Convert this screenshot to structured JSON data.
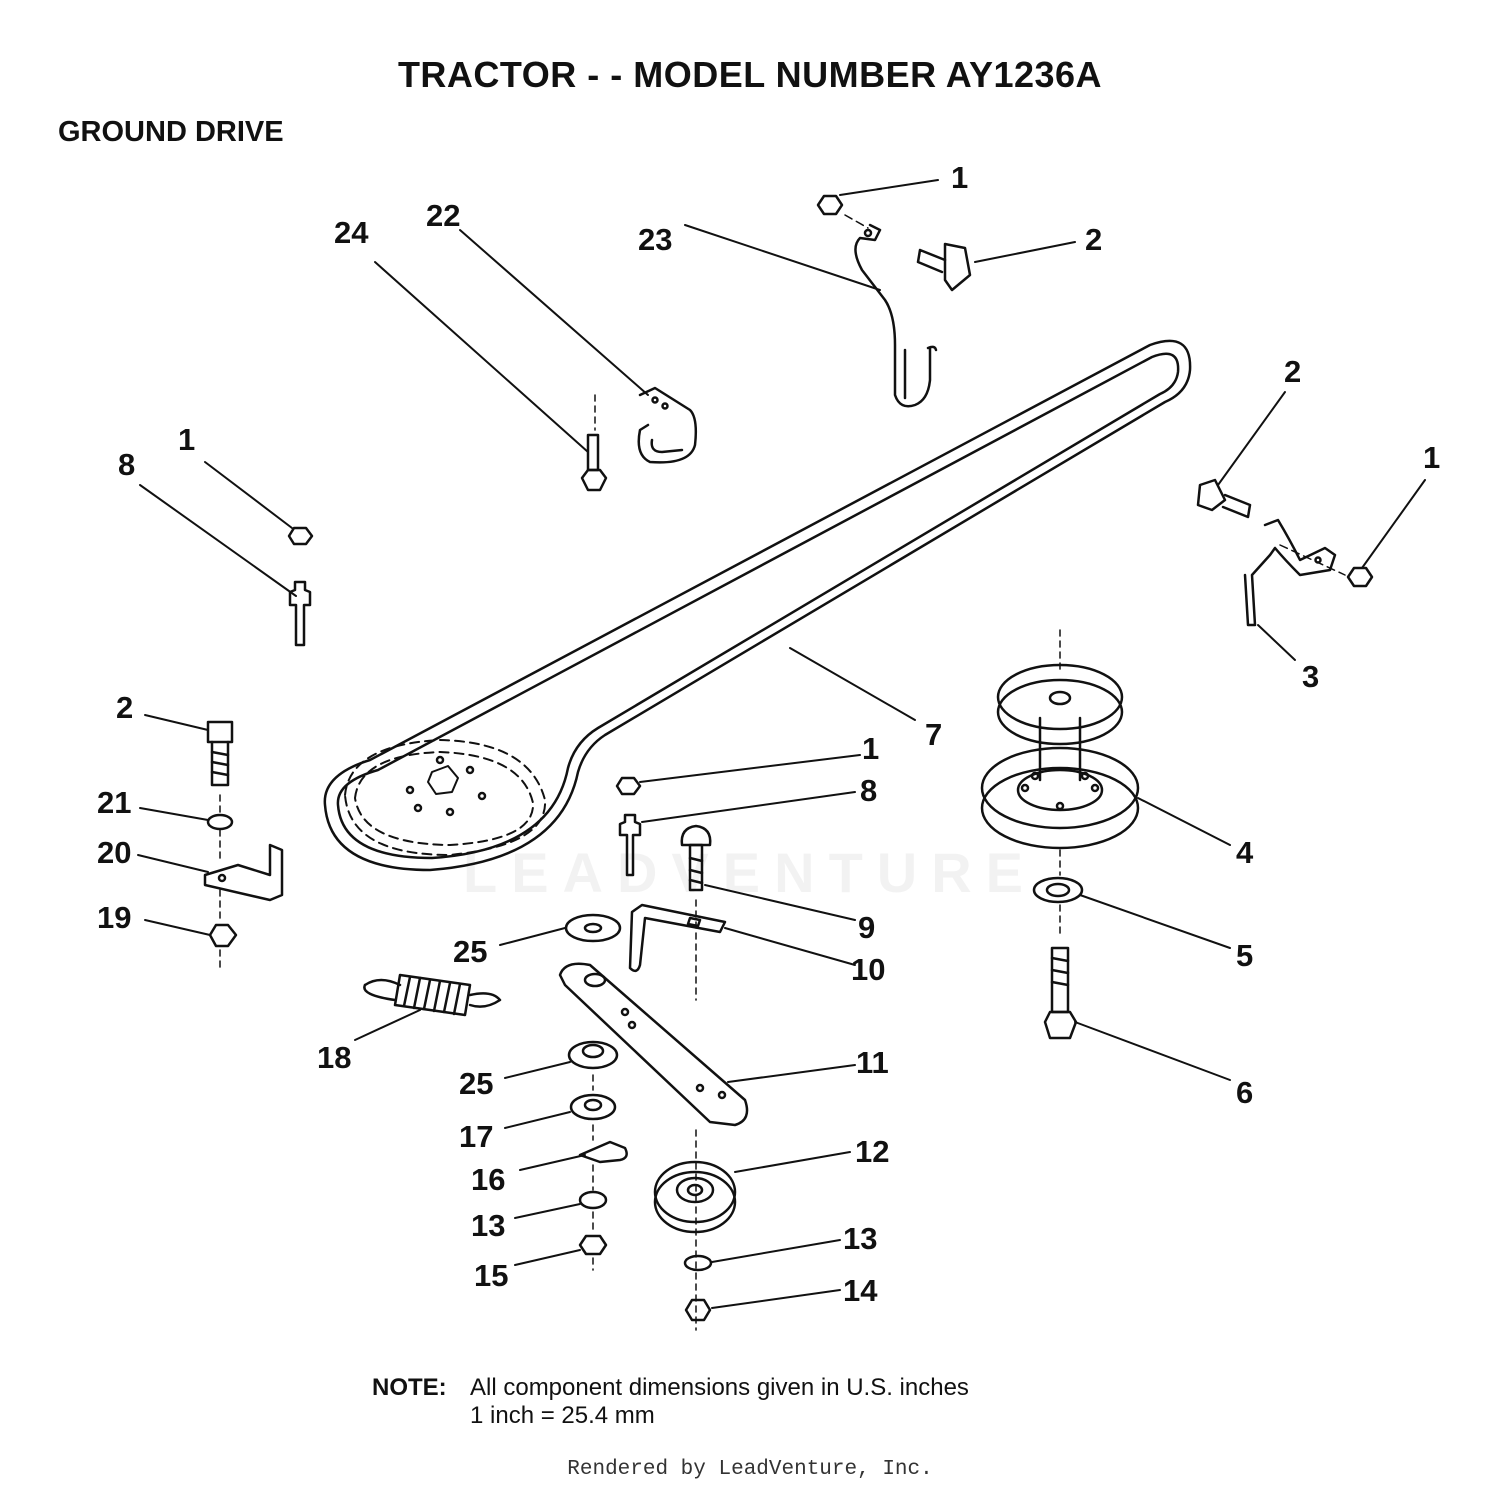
{
  "title": "TRACTOR - - MODEL NUMBER  AY1236A",
  "section": "GROUND DRIVE",
  "watermark": "LEADVENTURE",
  "note": {
    "label": "NOTE:",
    "line1": "All component dimensions given in U.S. inches",
    "line2": "1 inch = 25.4 mm"
  },
  "footer": "Rendered by LeadVenture, Inc.",
  "callouts": [
    "1",
    "2",
    "23",
    "22",
    "24",
    "1",
    "8",
    "2",
    "1",
    "3",
    "7",
    "1",
    "8",
    "4",
    "2",
    "21",
    "20",
    "19",
    "9",
    "10",
    "25",
    "5",
    "18",
    "11",
    "6",
    "25",
    "17",
    "16",
    "13",
    "15",
    "12",
    "13",
    "14"
  ]
}
